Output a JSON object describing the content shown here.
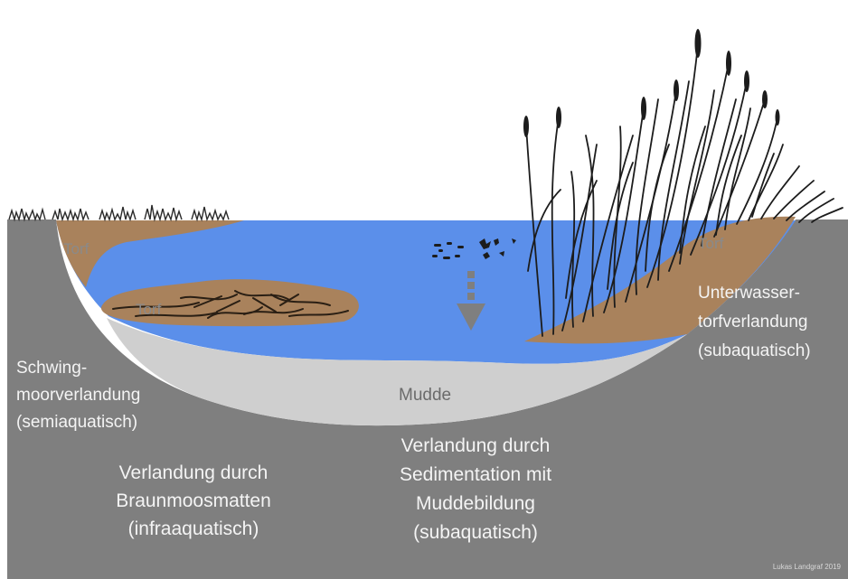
{
  "labels": {
    "torf_left": "Torf",
    "torf_mat": "Torf",
    "torf_right": "Torf",
    "mudde": "Mudde",
    "schwing_line1": "Schwing-",
    "schwing_line2": "moorverlandung",
    "schwing_line3": "(semiaquatisch)",
    "braun_line1": "Verlandung durch",
    "braun_line2": "Braunmoosmatten",
    "braun_line3": "(infraaquatisch)",
    "sedi_line1": "Verlandung durch",
    "sedi_line2": "Sedimentation mit",
    "sedi_line3": "Muddebildung",
    "sedi_line4": "(subaquatisch)",
    "unter_line1": "Unterwasser-",
    "unter_line2": "torfverlandung",
    "unter_line3": "(subaquatisch)"
  },
  "credit": "Lukas Landgraf 2019",
  "colors": {
    "ground": "#7f7f7f",
    "water": "#5b8fea",
    "mudde": "#cfcfcf",
    "peat": "#a9825c",
    "label_text": "#f4f4f4",
    "plant_ink": "#1c1c1c"
  }
}
